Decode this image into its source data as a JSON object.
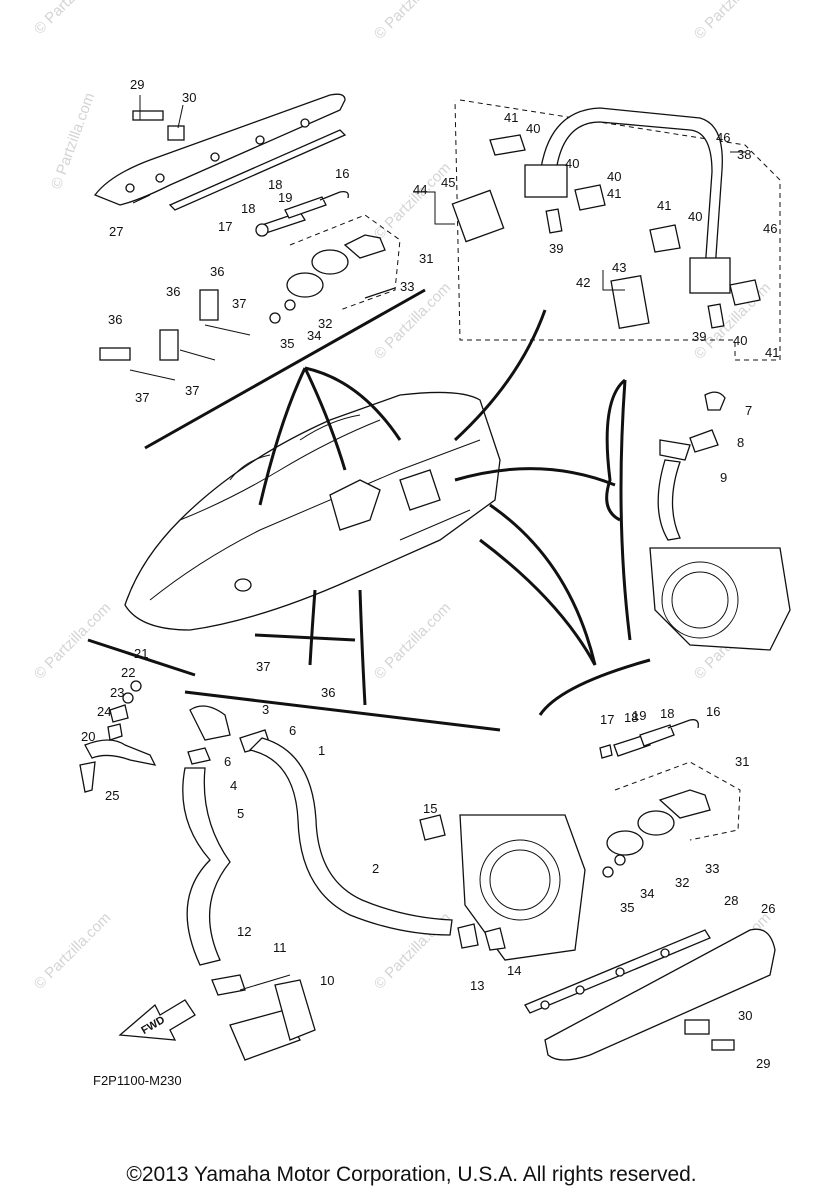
{
  "watermark_text": "© Partzilla.com",
  "diagram_code": "F2P1100-M230",
  "fwd_label": "FWD",
  "copyright": "©2013  Yamaha Motor Corporation, U.S.A. All rights reserved.",
  "callouts": [
    "1",
    "2",
    "3",
    "4",
    "5",
    "6",
    "6",
    "7",
    "8",
    "9",
    "10",
    "11",
    "12",
    "13",
    "14",
    "15",
    "16",
    "16",
    "17",
    "17",
    "18",
    "18",
    "18",
    "18",
    "19",
    "19",
    "20",
    "21",
    "22",
    "23",
    "24",
    "25",
    "26",
    "27",
    "28",
    "29",
    "29",
    "30",
    "30",
    "31",
    "31",
    "32",
    "32",
    "33",
    "33",
    "34",
    "34",
    "35",
    "35",
    "36",
    "36",
    "36",
    "36",
    "37",
    "37",
    "37",
    "37",
    "38",
    "39",
    "39",
    "40",
    "40",
    "40",
    "40",
    "40",
    "41",
    "41",
    "41",
    "41",
    "42",
    "43",
    "44",
    "45",
    "46",
    "46"
  ]
}
